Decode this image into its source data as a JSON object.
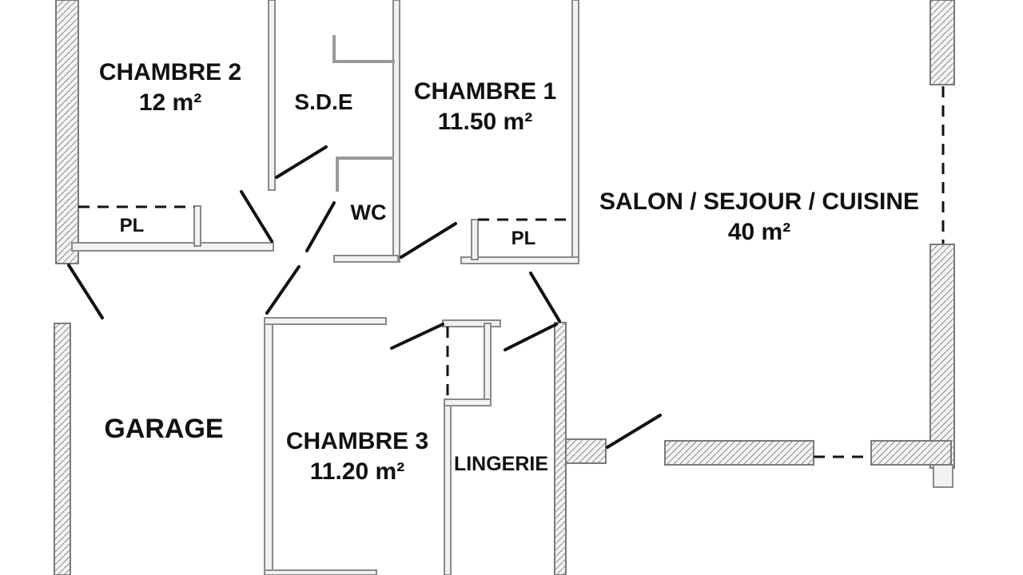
{
  "rooms": {
    "chambre2": {
      "name": "CHAMBRE 2",
      "area": "12 m²"
    },
    "sde": {
      "name": "S.D.E"
    },
    "chambre1": {
      "name": "CHAMBRE 1",
      "area": "11.50 m²"
    },
    "salon": {
      "name": "SALON / SEJOUR / CUISINE",
      "area": "40 m²"
    },
    "wc": {
      "name": "WC"
    },
    "pl_left": {
      "name": "PL"
    },
    "pl_right": {
      "name": "PL"
    },
    "garage": {
      "name": "GARAGE"
    },
    "chambre3": {
      "name": "CHAMBRE 3",
      "area": "11.20 m²"
    },
    "lingerie": {
      "name": "LINGERIE"
    }
  },
  "colors": {
    "ink": "#111111",
    "wall_fill": "#f2f2f2",
    "wall_stroke": "#8a8a8a"
  }
}
